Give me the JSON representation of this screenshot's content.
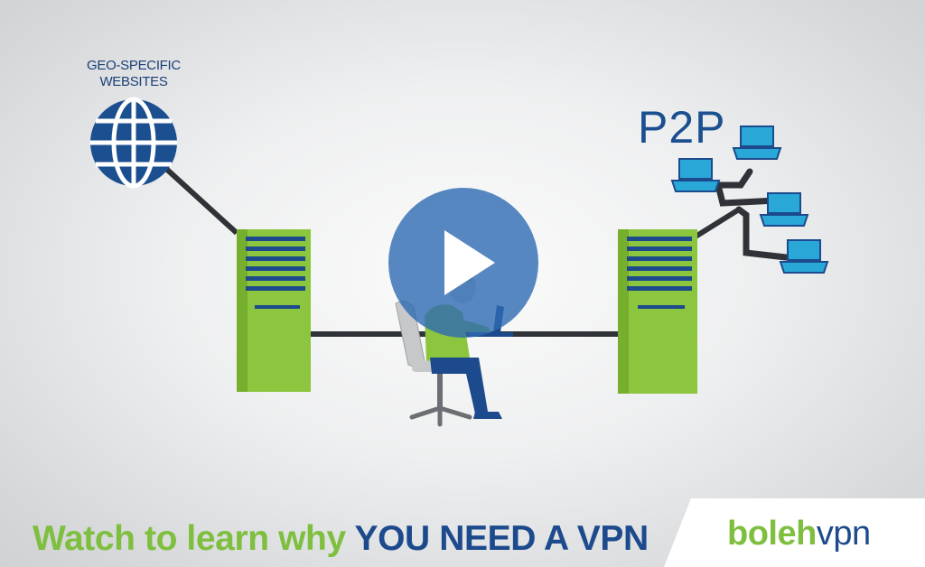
{
  "geo_label": {
    "line1": "GEO-SPECIFIC",
    "line2": "WEBSITES"
  },
  "p2p_label": "P2P",
  "caption": {
    "part1": "Watch to learn why ",
    "part2": "YOU NEED A VPN"
  },
  "logo": {
    "part1": "boleh",
    "part2": "vpn"
  },
  "play_button": {
    "label": "Play video"
  },
  "colors": {
    "accent_green": "#7fbf3f",
    "brand_blue": "#1c4a8c",
    "server_green": "#8cc63f",
    "play_blue": "#2e6ab2",
    "laptop_cyan": "#29a8d8"
  },
  "icons": [
    "globe-icon",
    "server-icon",
    "laptop-icon",
    "person-at-desk-illustration",
    "play-icon"
  ]
}
